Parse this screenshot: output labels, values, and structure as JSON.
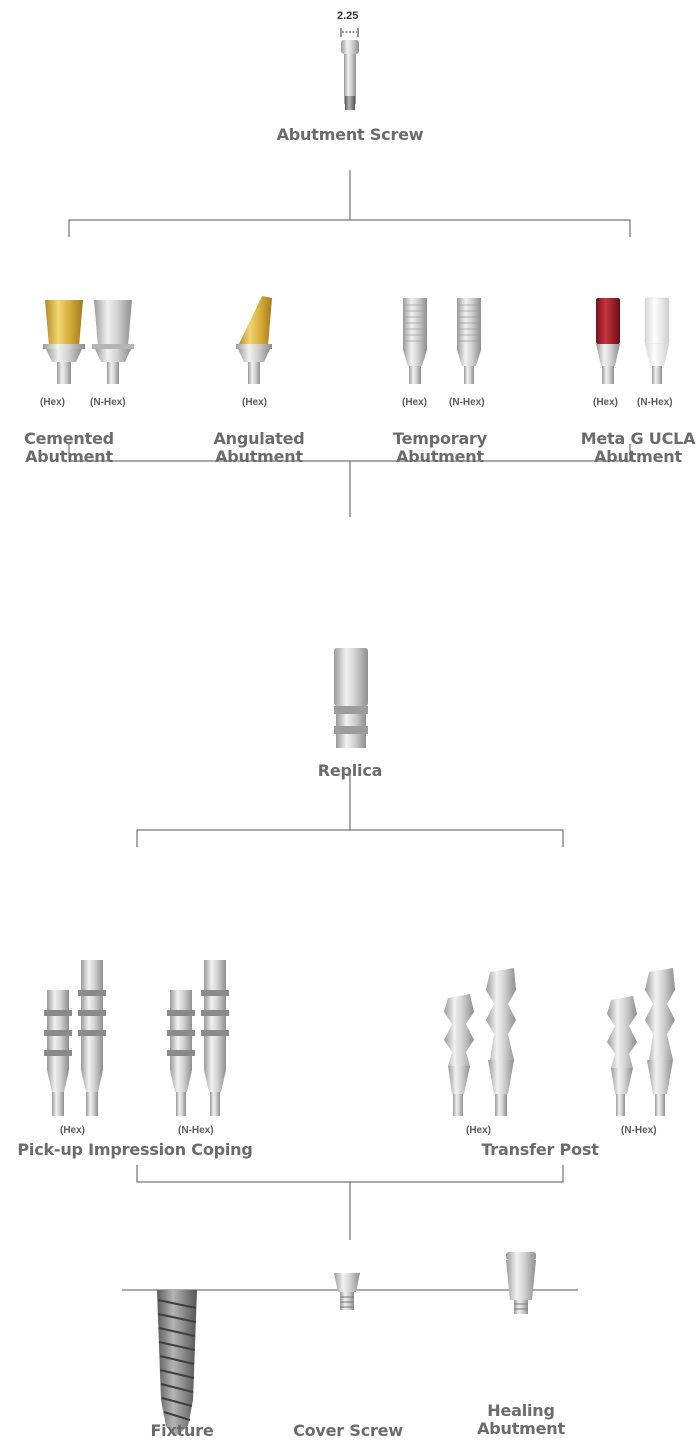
{
  "screw": {
    "dimension": "2.25",
    "title": "Abutment Screw"
  },
  "abutments": [
    {
      "title_line1": "Cemented",
      "title_line2": "Abutment",
      "tags": [
        "(Hex)",
        "(N-Hex)"
      ]
    },
    {
      "title_line1": "Angulated",
      "title_line2": "Abutment",
      "tags": [
        "(Hex)"
      ]
    },
    {
      "title_line1": "Temporary",
      "title_line2": "Abutment",
      "tags": [
        "(Hex)",
        "(N-Hex)"
      ]
    },
    {
      "title_line1": "Meta G UCLA",
      "title_line2": "Abutment",
      "tags": [
        "(Hex)",
        "(N-Hex)"
      ]
    }
  ],
  "replica": {
    "title": "Replica"
  },
  "impression": [
    {
      "title": "Pick-up Impression Coping",
      "tags": [
        "(Hex)",
        "(N-Hex)"
      ]
    },
    {
      "title": "Transfer Post",
      "tags": [
        "(Hex)",
        "(N-Hex)"
      ]
    }
  ],
  "base": [
    {
      "title_line1": "Fixture"
    },
    {
      "title_line1": "Cover Screw"
    },
    {
      "title_line1": "Healing",
      "title_line2": "Abutment"
    }
  ],
  "colors": {
    "line": "#555555",
    "metal": "#c8c8c8",
    "gold": "#d9b23a",
    "red": "#a8202a",
    "white": "#f2f2f2",
    "text": "#6b6b6b"
  }
}
